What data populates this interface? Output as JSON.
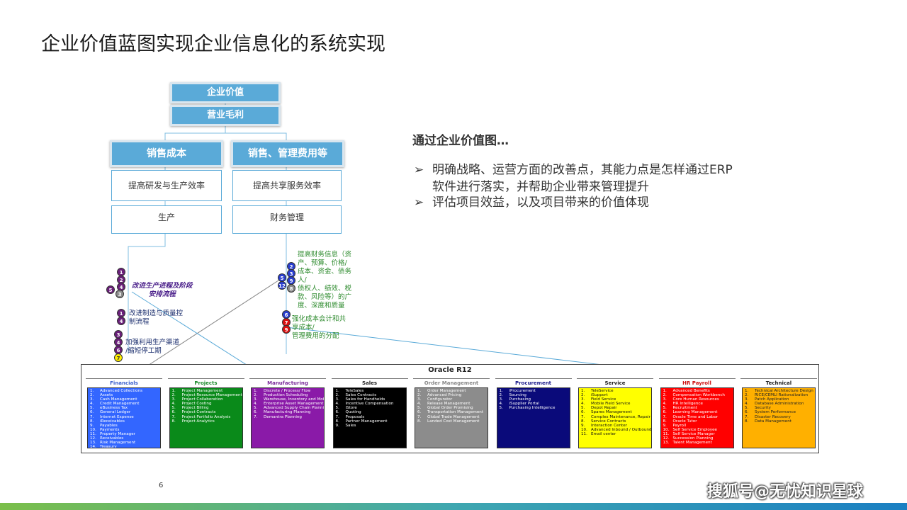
{
  "title": "企业价值蓝图实现企业信息化的系统实现",
  "tree": {
    "level1": "企业价值",
    "level2": "营业毛利",
    "left_header": "销售成本",
    "right_header": "销售、管理费用等",
    "left_mid": "提高研发与生产效率",
    "right_mid": "提高共享服务效率",
    "left_low": "生产",
    "right_low": "财务管理"
  },
  "left_annotations": [
    {
      "text": "改进生产进程及阶段\n安排流程",
      "badges": [
        "1",
        "2",
        "4",
        "5",
        "3"
      ]
    },
    {
      "text": "改进制造与质量控\n制流程",
      "badges": [
        "1",
        "4"
      ]
    },
    {
      "text": "加强利用生产渠道\n/缩短停工期",
      "badges": [
        "3",
        "4",
        "6",
        "7"
      ]
    }
  ],
  "right_annotations": [
    {
      "text": "提高财务信息（资\n产、预算、价格/\n成本、资金、债务\n人/\n债权人、绩效、税\n款、风险等）的广\n度、深度和质量",
      "badges": [
        "2",
        "3",
        "5",
        "9",
        "12",
        "8"
      ]
    },
    {
      "text": "强化成本会计和共\n享成本/\n管理费用的分配",
      "badges": [
        "6",
        "7",
        "9"
      ]
    }
  ],
  "right_panel": {
    "heading": "通过企业价值图…",
    "bullets": [
      "明确战略、运营方面的改善点，其能力点是怎样通过ERP\n软件进行落实，并帮助企业带来管理提升",
      "评估项目效益，以及项目带来的价值体现"
    ],
    "bullet_marker": "➢"
  },
  "oracle": {
    "title": "Oracle R12",
    "columns": [
      {
        "name": "Financials",
        "color": "#3366ff",
        "title_color": "#3a5fcd",
        "text_color": "#ffffff",
        "items": [
          "Advanced Collections",
          "Assets",
          "Cash Management",
          "Credit Management",
          "eBusiness Tax",
          "General Ledger",
          "Internet Expense",
          "iReceivables",
          "Payables",
          "Payments",
          "Property Manager",
          "Receivables",
          "Risk Management",
          "Treasury"
        ]
      },
      {
        "name": "Projects",
        "color": "#0a8a1a",
        "title_color": "#1a8a2a",
        "text_color": "#ffffff",
        "items": [
          "Project Management",
          "Project Resource Management",
          "Project Collaboration",
          "Project Costing",
          "Project Billing",
          "Project Contracts",
          "Project Portfolio Analysis",
          "Project Analytics"
        ]
      },
      {
        "name": "Manufacturing",
        "color": "#8a1aa8",
        "title_color": "#7a2a9a",
        "text_color": "#ffffff",
        "items": [
          "Discrete / Process/ Flow",
          "Production Scheduling",
          "Warehouse, Inventory and Mobile",
          "Enterprise Asset Management",
          "Advanced Supply Chain Planning",
          "Manufacturing Planning",
          "Demantra Planning"
        ]
      },
      {
        "name": "Sales",
        "color": "#000000",
        "title_color": "#222222",
        "text_color": "#ffffff",
        "items": [
          "TeleSales",
          "Sales Contracts",
          "Sales for Handhelds",
          "Incentive Compensation",
          "iStore",
          "Quoting",
          "Proposals",
          "Partner Management",
          "Sales"
        ]
      },
      {
        "name": "Order Management",
        "color": "#8c8c8c",
        "title_color": "#888888",
        "text_color": "#ffffff",
        "items": [
          "Order Management",
          "Advanced Pricing",
          "Configurator",
          "Release Management",
          "Global Order Promising",
          "Transportation Management",
          "Global Trade Management",
          "Landed Cost Management"
        ]
      },
      {
        "name": "Procurement",
        "color": "#0a0a7a",
        "title_color": "#1a1a8a",
        "text_color": "#ffffff",
        "items": [
          "iProcurement",
          "Sourcing",
          "Purchasing",
          "iSupplier Portal",
          "Purchasing Intelligence"
        ]
      },
      {
        "name": "Service",
        "color": "#ffff00",
        "title_color": "#222222",
        "text_color": "#111111",
        "items": [
          "TeleService",
          "iSupport",
          "Field Service",
          "Mobile Field Service",
          "Depot Repair",
          "Spares Management",
          "Complex Maintenance, Repair & Overhaul",
          "Service Contracts",
          "Interaction Center",
          "Advanced Inbound / Outbound Telephony",
          "Email center"
        ]
      },
      {
        "name": "HR Payroll",
        "color": "#ff0000",
        "title_color": "#cc1111",
        "text_color": "#ffffff",
        "items": [
          "Advanced Benefits",
          "Compensation Workbench",
          "Core Human Resources",
          "HR Intelligence",
          "Recruitment",
          "Learning Management",
          "Oracle Time and Labor",
          "Oracle Tutor",
          "Payroll",
          "Self Service Employee",
          "Self Service Manager",
          "Succession Planning",
          "Talent Management"
        ]
      },
      {
        "name": "Technical",
        "color": "#ffb000",
        "title_color": "#222222",
        "text_color": "#222222",
        "items": [
          "Technical Architecture Design",
          "RICE/CEMLI Rationalization",
          "Patch Application",
          "Database Administration",
          "Security",
          "System Performance",
          "Disaster Recovery",
          "Data Management"
        ]
      }
    ]
  },
  "page_number": "6",
  "watermark": "搜狐号@无忧知识星球"
}
